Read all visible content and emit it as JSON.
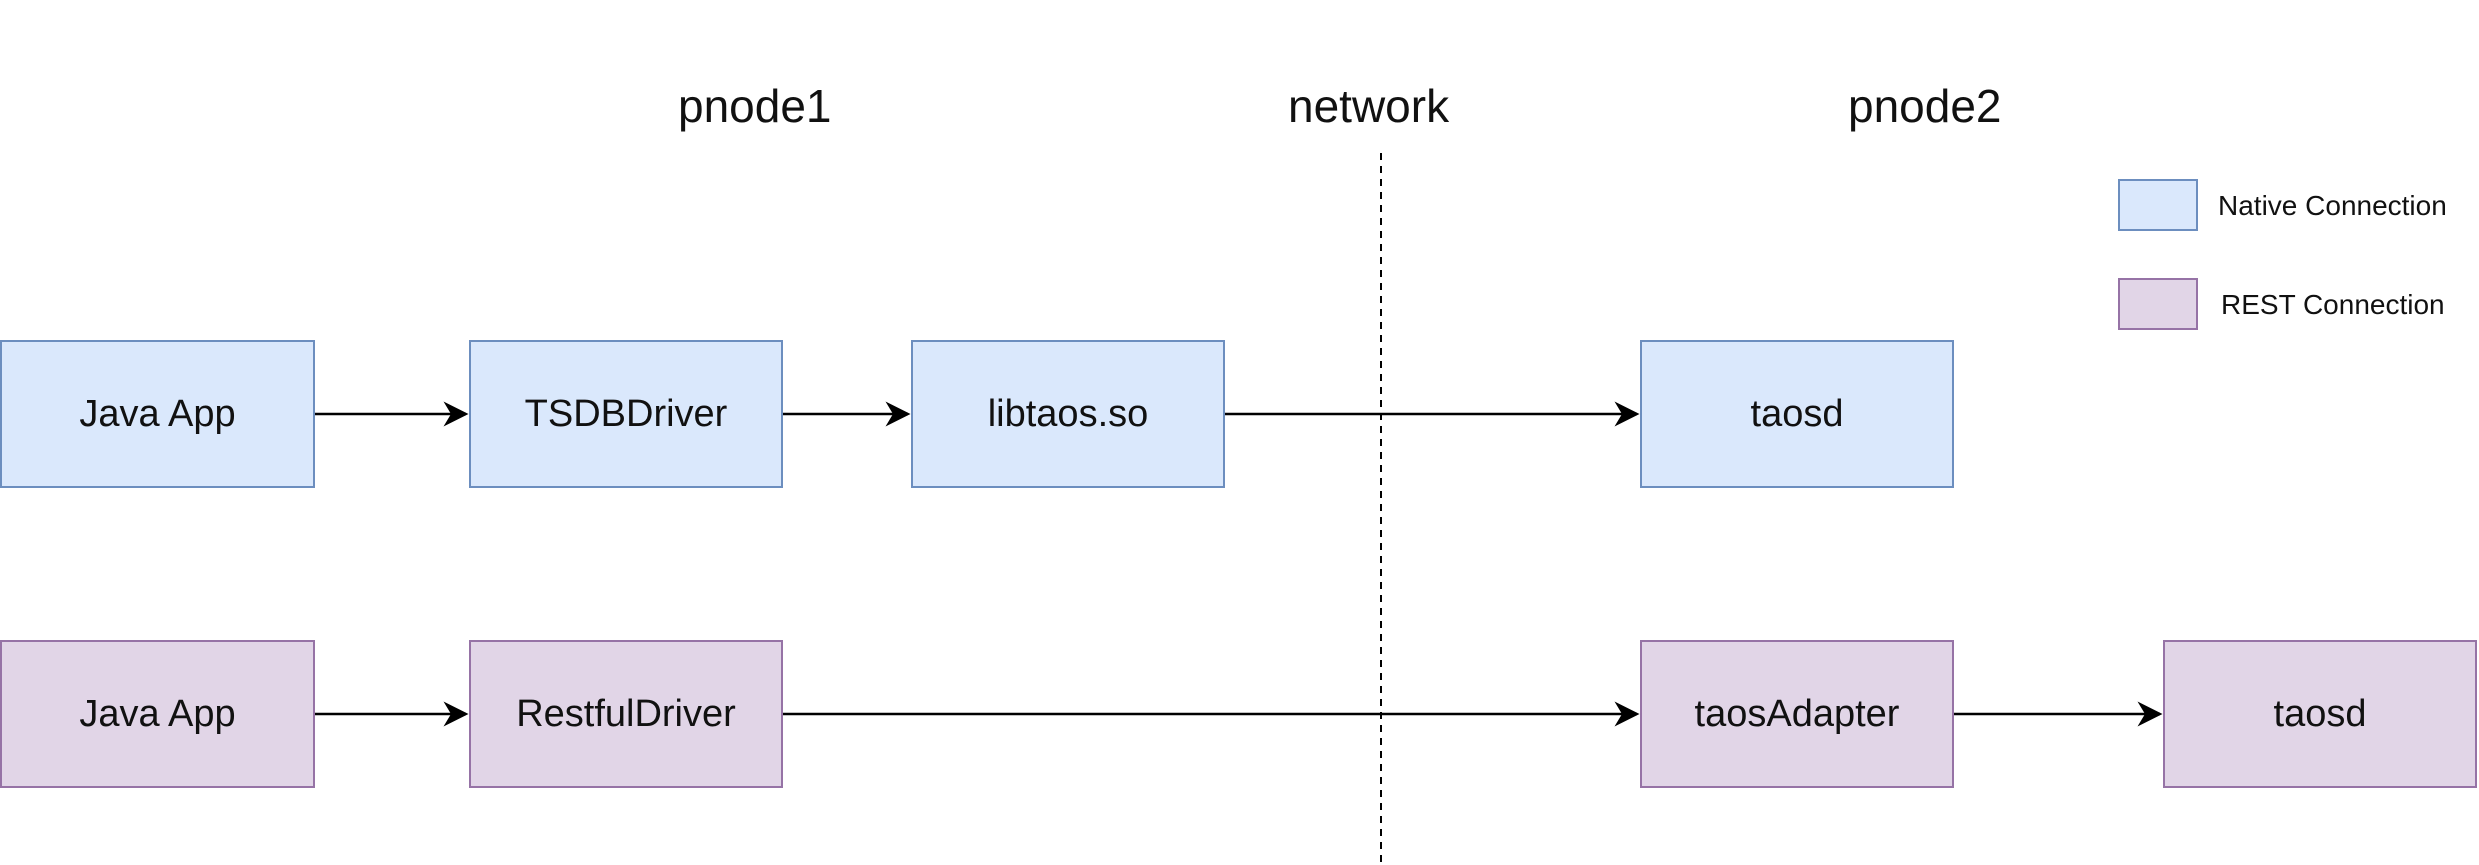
{
  "headings": {
    "pnode1": "pnode1",
    "network": "network",
    "pnode2": "pnode2"
  },
  "legend": {
    "native": "Native Connection",
    "rest": "REST Connection"
  },
  "native_row": {
    "java_app": "Java App",
    "driver": "TSDBDriver",
    "library": "libtaos.so",
    "server": "taosd"
  },
  "rest_row": {
    "java_app": "Java App",
    "driver": "RestfulDriver",
    "adapter": "taosAdapter",
    "server": "taosd"
  },
  "colors": {
    "native_fill": "#dae8fc",
    "native_stroke": "#6c8ebf",
    "rest_fill": "#e1d5e7",
    "rest_stroke": "#9673a6",
    "line": "#000000"
  }
}
